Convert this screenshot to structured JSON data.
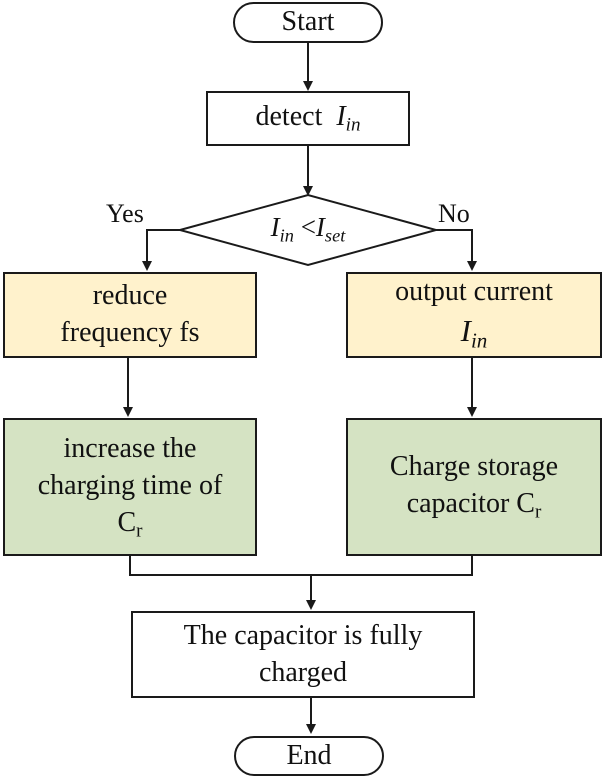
{
  "start": "Start",
  "detect": {
    "text": "detect",
    "var": "I",
    "sub": "in"
  },
  "decision": {
    "var1": "I",
    "sub1": "in",
    "op": "<",
    "var2": "I",
    "sub2": "set"
  },
  "yes_label": "Yes",
  "no_label": "No",
  "reduce": {
    "line1": "reduce",
    "line2": "frequency fs"
  },
  "output": {
    "line1": "output current",
    "var": "I",
    "sub": "in"
  },
  "increase": {
    "line1": "increase the",
    "line2": "charging time of",
    "var": "C",
    "sub": "r"
  },
  "charge": {
    "line1": "Charge storage",
    "line2": "capacitor C",
    "sub": "r"
  },
  "full": {
    "line1": "The capacitor is fully",
    "line2": "charged"
  },
  "end": "End",
  "colors": {
    "yellow_fill": "#fff2cc",
    "green_fill": "#d5e3c3",
    "stroke": "#1a1a1a"
  }
}
